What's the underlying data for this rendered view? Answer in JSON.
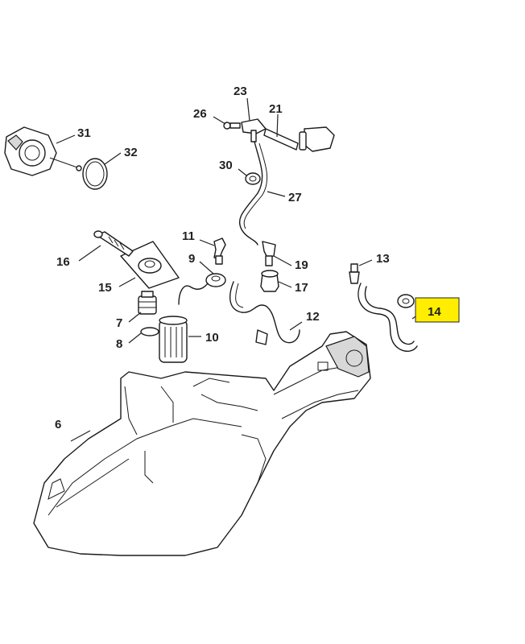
{
  "diagram": {
    "highlight_color": "#ffee00",
    "highlighted_part": "14",
    "labels": {
      "p6": "6",
      "p7": "7",
      "p8": "8",
      "p9": "9",
      "p10": "10",
      "p11": "11",
      "p12": "12",
      "p13": "13",
      "p14": "14",
      "p15": "15",
      "p16": "16",
      "p17": "17",
      "p19": "19",
      "p21": "21",
      "p23": "23",
      "p26": "26",
      "p27": "27",
      "p30": "30",
      "p31": "31",
      "p32": "32"
    }
  }
}
